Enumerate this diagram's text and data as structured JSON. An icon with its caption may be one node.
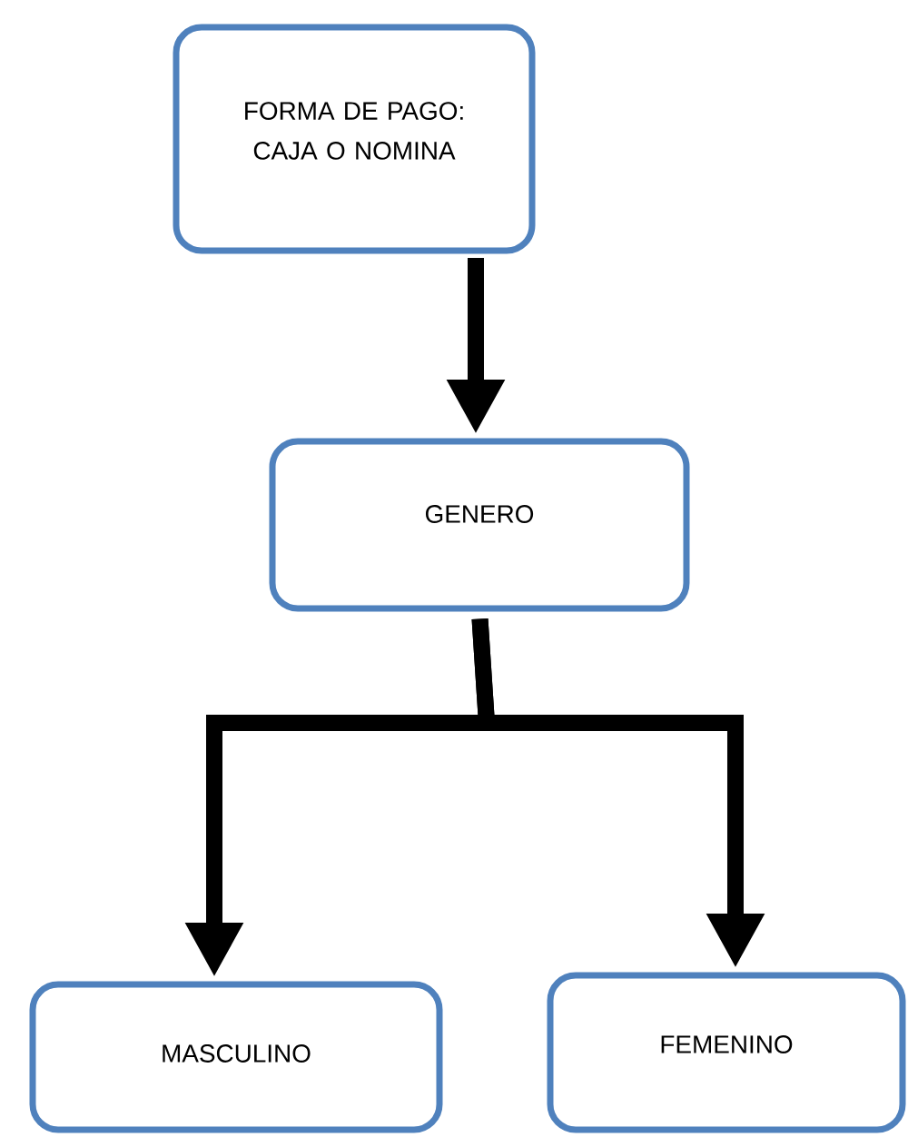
{
  "diagram": {
    "nodes": [
      {
        "text": [
          "FORMA DE PAGO: CAJA O NOMINA"
        ]
      },
      {
        "text": [
          "GENERO"
        ]
      },
      {
        "text": [
          "MASCULINO"
        ]
      },
      {
        "text": [
          "FEMENINO"
        ]
      }
    ],
    "edges": [
      {
        "from": 0,
        "to": 1,
        "arrow": "to"
      },
      {
        "from": 1,
        "to": 2,
        "arrow": "to"
      },
      {
        "from": 1,
        "to": 3,
        "arrow": "to"
      }
    ]
  }
}
